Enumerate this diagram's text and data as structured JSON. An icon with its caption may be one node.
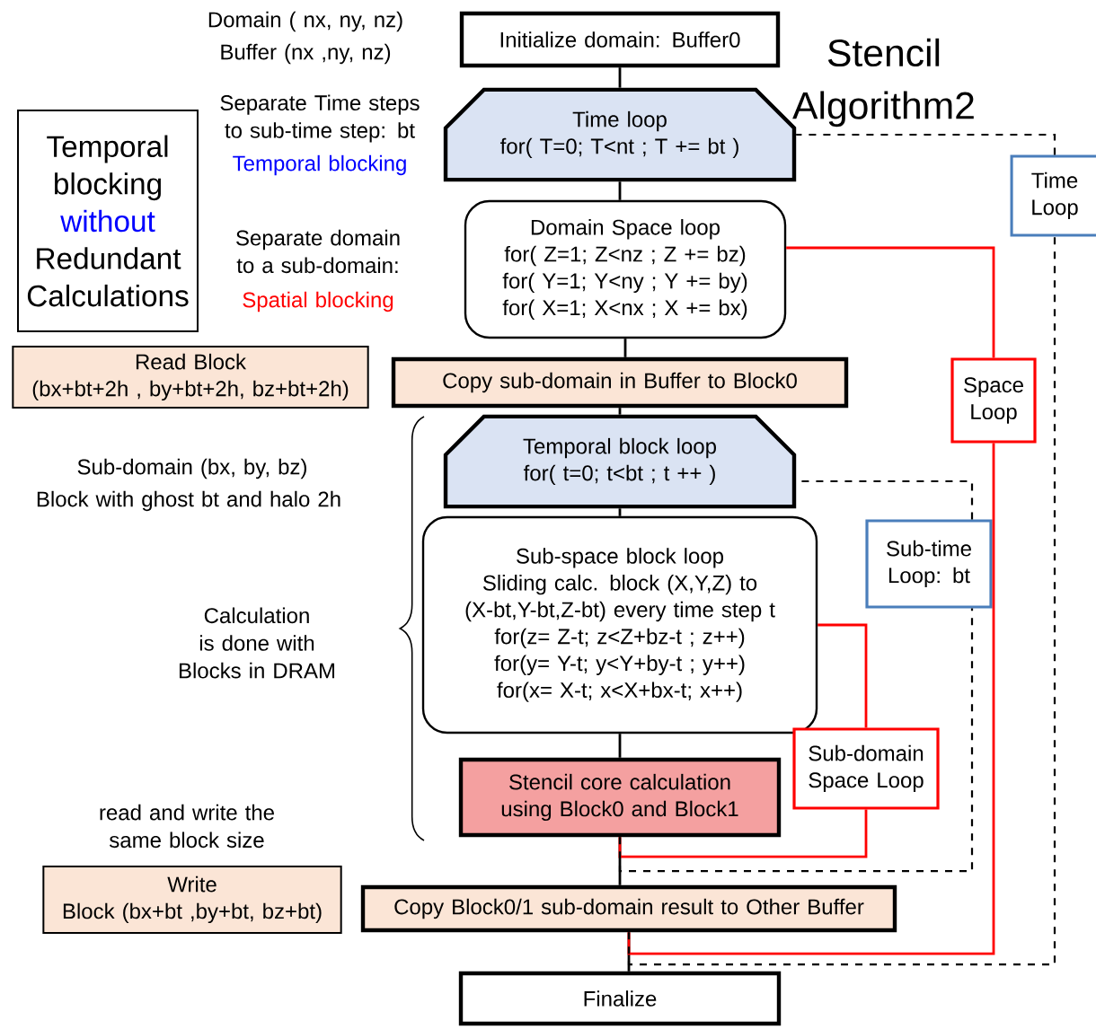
{
  "diagram": {
    "title": "Stencil Algorithm2",
    "nodes": [
      {
        "text": [
          "Initialize domain: Buffer0"
        ]
      },
      {
        "text": [
          "Time loop",
          "for( T=0; T<nt ; T += bt )"
        ]
      },
      {
        "text": [
          "Domain Space loop",
          "for( Z=1; Z<nz ; Z += bz)",
          "for( Y=1; Y<ny ; Y += by)",
          "for( X=1; X<nx ; X += bx)"
        ]
      },
      {
        "text": [
          "Copy sub-domain in Buffer to Block0"
        ]
      },
      {
        "text": [
          "Temporal block loop",
          "for( t=0; t<bt ; t ++ )"
        ]
      },
      {
        "text": [
          "Sub-space block loop",
          "Sliding calc. block (X,Y,Z) to (X-bt,Y-bt,Z-bt) every time step t",
          "for(z= Z-t; z<Z+bz-t ; z++)",
          "for(y= Y-t; y<Y+by-t ; y++)",
          "for(x= X-t; x<X+bx-t;  x++)"
        ]
      },
      {
        "text": [
          "Stencil core calculation using Block0 and Block1"
        ]
      },
      {
        "text": [
          "Copy Block0/1 sub-domain result to Other Buffer"
        ]
      },
      {
        "text": [
          "Finalize"
        ]
      },
      {
        "text": [
          "Temporal blocking",
          "without",
          "Redundant Calculations"
        ]
      },
      {
        "text": [
          "Read Block",
          "(bx+bt+2h , by+bt+2h, bz+bt+2h)"
        ]
      },
      {
        "text": [
          "Write",
          "Block (bx+bt ,by+bt, bz+bt)"
        ]
      },
      {
        "text": [
          "Time Loop"
        ]
      },
      {
        "text": [
          "Space Loop"
        ]
      },
      {
        "text": [
          "Sub-time Loop: bt"
        ]
      },
      {
        "text": [
          "Sub-domain Space Loop"
        ]
      }
    ],
    "edges": [
      {
        "from": 0,
        "to": 1,
        "arrow": "none"
      },
      {
        "from": 1,
        "to": 2,
        "arrow": "none"
      },
      {
        "from": 2,
        "to": 3,
        "arrow": "none"
      },
      {
        "from": 3,
        "to": 4,
        "arrow": "none"
      },
      {
        "from": 4,
        "to": 5,
        "arrow": "none"
      },
      {
        "from": 5,
        "to": 6,
        "arrow": "none"
      },
      {
        "from": 6,
        "to": 7,
        "arrow": "none"
      },
      {
        "from": 7,
        "to": 8,
        "arrow": "none"
      },
      {
        "from": 6,
        "to": 15,
        "arrow": "none",
        "color": "#ff0000"
      },
      {
        "from": 15,
        "to": 5,
        "arrow": "none",
        "color": "#ff0000"
      },
      {
        "from": 6,
        "to": 14,
        "arrow": "none",
        "style": "dashed"
      },
      {
        "from": 14,
        "to": 4,
        "arrow": "none",
        "style": "dashed"
      },
      {
        "from": 7,
        "to": 13,
        "arrow": "none",
        "color": "#ff0000"
      },
      {
        "from": 13,
        "to": 2,
        "arrow": "none",
        "color": "#ff0000"
      },
      {
        "from": 7,
        "to": 12,
        "arrow": "none",
        "style": "dashed"
      },
      {
        "from": 12,
        "to": 1,
        "arrow": "none",
        "style": "dashed"
      }
    ],
    "labels": [
      "Domain ( nx, ny, nz)",
      "Buffer (nx ,ny, nz)",
      "Separate Time steps to sub-time step: bt",
      "Temporal blocking",
      "Separate domain to a sub-domain:",
      "Spatial blocking",
      "Sub-domain (bx, by, bz)",
      "Block with ghost bt and halo 2h",
      "Calculation is done with Blocks in DRAM",
      "read and write the same block size"
    ]
  }
}
